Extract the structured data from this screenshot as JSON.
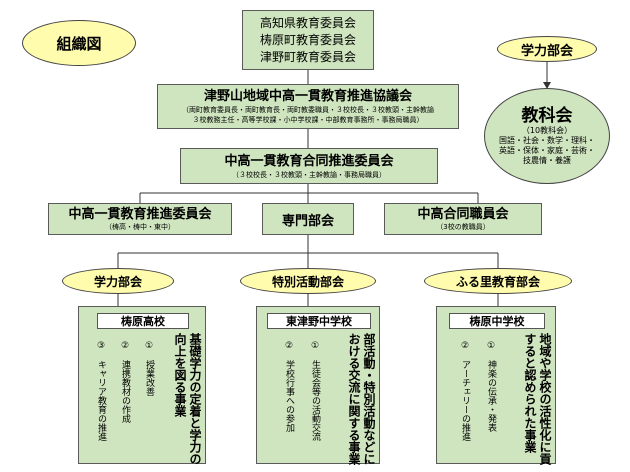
{
  "labels": {
    "org_chart": "組織図",
    "gakuryoku_top": "学力部会"
  },
  "boards": [
    "高知県教育委員会",
    "梼原町教育委員会",
    "津野町教育委員会"
  ],
  "council": {
    "title": "津野山地域中高一貫教育推進協議会",
    "sub1": "（両町教育委員長・両町教育長・両町教委職員・３校校長・３校教頭・主幹教諭",
    "sub2": "３校教務主任・高等学校課・小中学校課・中部教育事務所・事務局職員）"
  },
  "joint_committee": {
    "title": "中高一貫教育合同推進委員会",
    "sub": "（３校校長・３校教頭・主幹教諭・事務局職員）"
  },
  "promotion": {
    "title": "中高一貫教育推進委員会",
    "sub": "（梼高・梼中・東中）"
  },
  "senmon": {
    "title": "専門部会"
  },
  "staff_meeting": {
    "title": "中高合同職員会",
    "sub": "（3校の教職員）"
  },
  "kyoka": {
    "title": "教科会",
    "sub": "（10教科会）",
    "subjects1": "国語・社会・数学・理科・",
    "subjects2": "英語・保体・家庭・芸術・",
    "subjects3": "技農情・養護"
  },
  "subcommittees": [
    "学力部会",
    "特別活動部会",
    "ふる里教育部会"
  ],
  "schools": [
    {
      "name": "梼原高校",
      "items": [
        "①　授業改善",
        "②　連携教材の作成",
        "③　キャリア教育の推進"
      ],
      "theme": [
        "基礎学力の定着と学力の",
        "向上を図る事業"
      ]
    },
    {
      "name": "東津野中学校",
      "items": [
        "①　生徒会等の活動交流",
        "②　学校行事への参加"
      ],
      "theme": [
        "部活動・特別活動などに",
        "おける交流に関する事業"
      ]
    },
    {
      "name": "梼原中学校",
      "items": [
        "①　神楽の伝承・発表",
        "②　アーチェリーの推進"
      ],
      "theme": [
        "地域や学校の活性化に貢",
        "すると認められた事業"
      ]
    }
  ]
}
